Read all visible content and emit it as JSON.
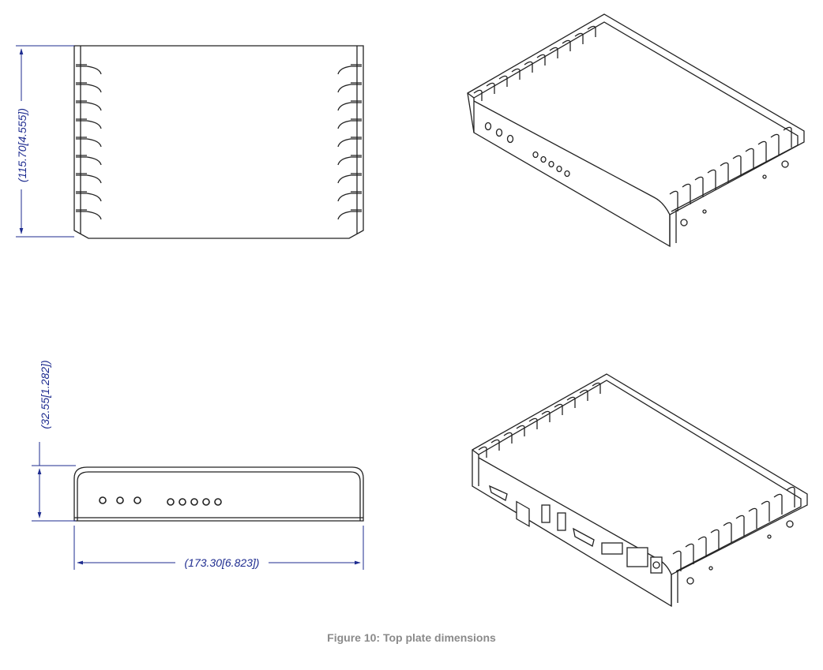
{
  "dimensions": {
    "height": "(115.70[4.555])",
    "thickness": "(32.55[1.282])",
    "width": "(173.30[6.823])"
  },
  "caption": "Figure 10: Top plate dimensions",
  "colors": {
    "dimension": "#1d2b8f",
    "line": "#222222",
    "caption": "#8a8a8a"
  }
}
